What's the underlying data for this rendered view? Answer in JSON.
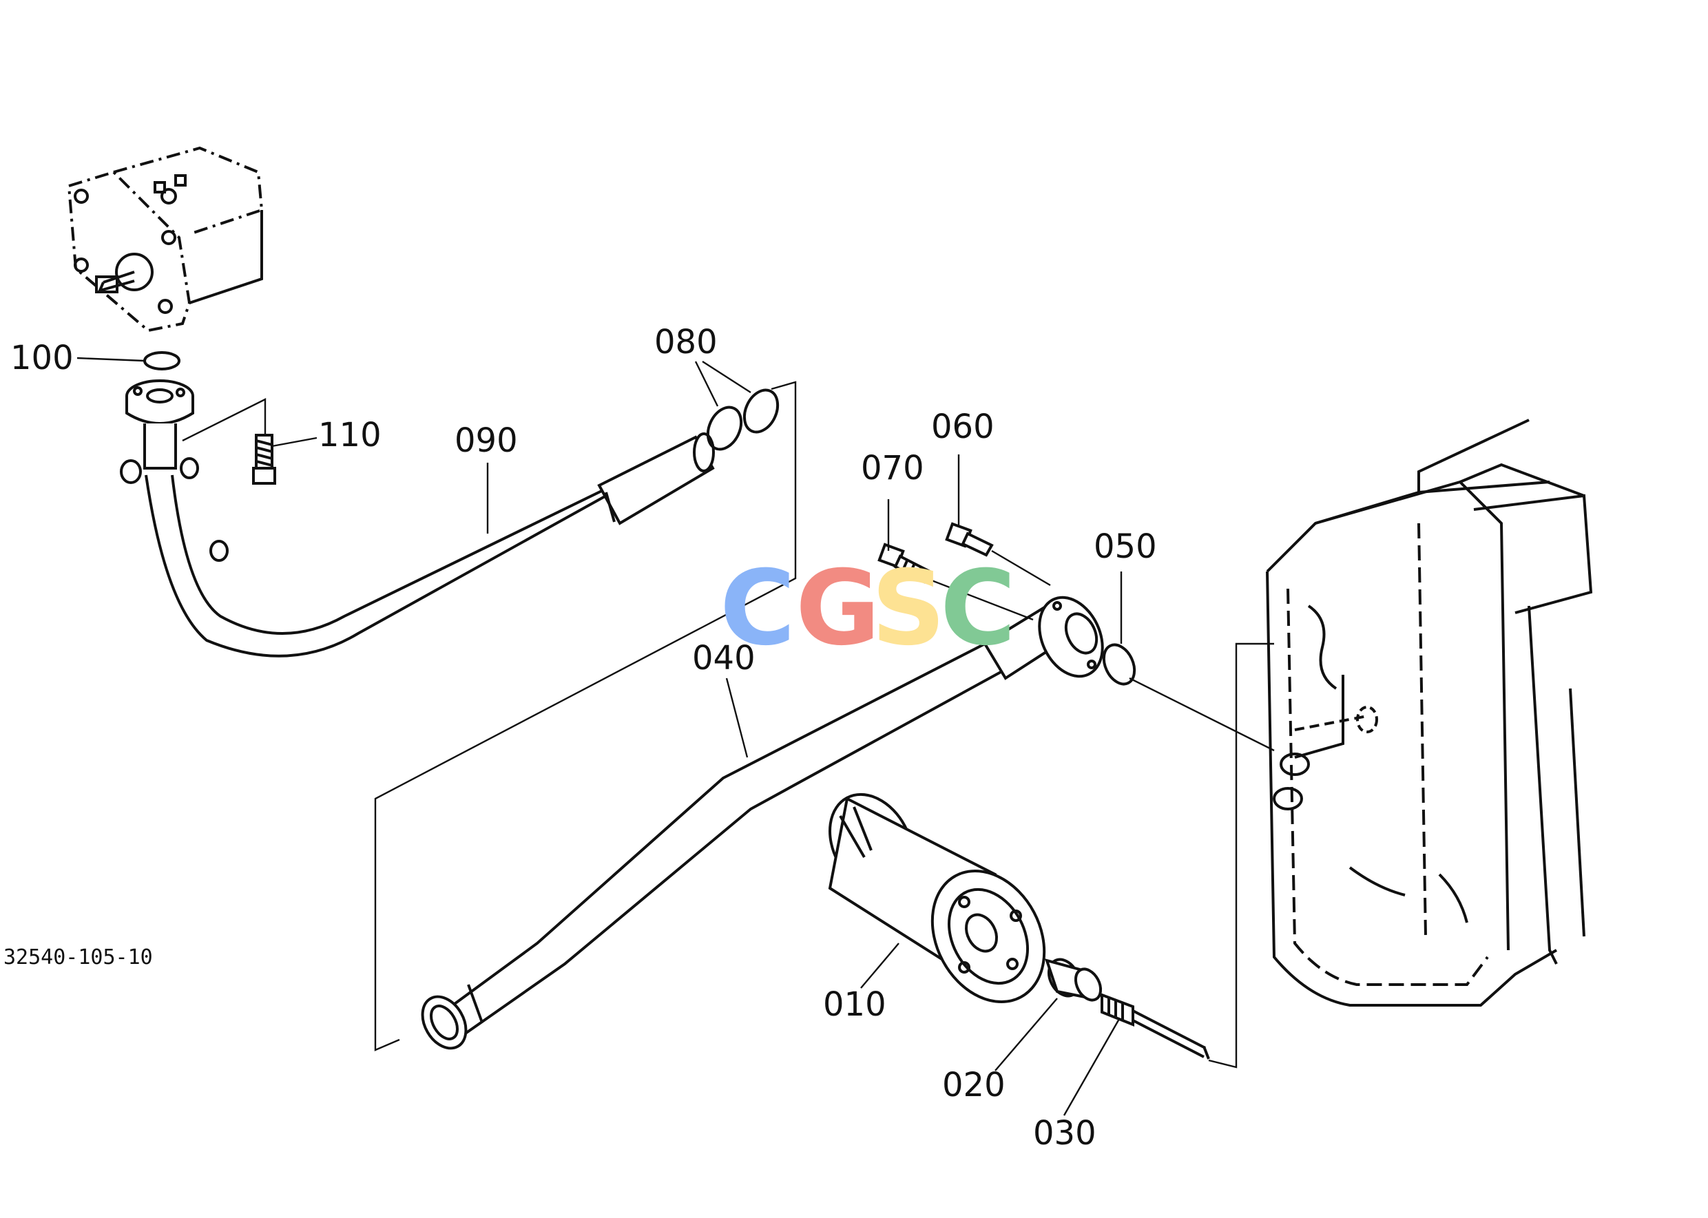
{
  "drawing_code": "32540-105-10",
  "callouts": [
    "010",
    "020",
    "030",
    "040",
    "050",
    "060",
    "070",
    "080",
    "090",
    "100",
    "110"
  ],
  "watermark": {
    "letters": [
      "C",
      "G",
      "S",
      "C"
    ],
    "colors": [
      "#8ab4f8",
      "#f28b82",
      "#fde293",
      "#81c995"
    ]
  }
}
